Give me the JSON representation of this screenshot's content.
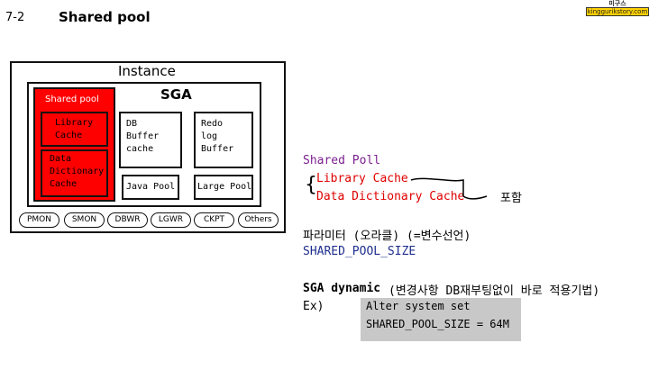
{
  "header": {
    "section_number": "7-2",
    "title": "Shared pool"
  },
  "logo": {
    "line1": "미구스",
    "line2": "kinggurikstory.com"
  },
  "diagram": {
    "instance_label": "Instance",
    "sga_label": "SGA",
    "shared_pool_label": "Shared pool",
    "library_cache": [
      "Library",
      "Cache"
    ],
    "data_dictionary_cache": [
      "Data",
      "Dictionary",
      "Cache"
    ],
    "db_buffer_cache": [
      "DB",
      "Buffer",
      "cache"
    ],
    "redo_log_buffer": [
      "Redo",
      "log",
      "Buffer"
    ],
    "java_pool": "Java Pool",
    "large_pool": "Large Pool",
    "background_processes": [
      "PMON",
      "SMON",
      "DBWR",
      "LGWR",
      "CKPT",
      "Others"
    ],
    "colors": {
      "shared_pool_fill": "#ff0000",
      "sga_fill": "#ffffff"
    }
  },
  "notes": {
    "shared_poll_title": "Shared Poll",
    "library_cache": "Library Cache",
    "data_dictionary_cache": "Data Dictionary Cache",
    "includes": "포함",
    "parameter_line": "파라미터 (오라클) (=변수선언)",
    "parameter_name": "SHARED_POOL_SIZE",
    "sga_dynamic_label": "SGA dynamic",
    "sga_dynamic_desc": "(변경사항 DB재부팅없이 바로 적용기법)",
    "ex_label": "Ex)",
    "example_line1": "Alter system set",
    "example_line2": "SHARED_POOL_SIZE = 64M",
    "colors": {
      "purple": "#7b1f8f",
      "red": "#e00000",
      "navy": "#1f2f8f",
      "highlight": "#c8c8c8"
    }
  }
}
